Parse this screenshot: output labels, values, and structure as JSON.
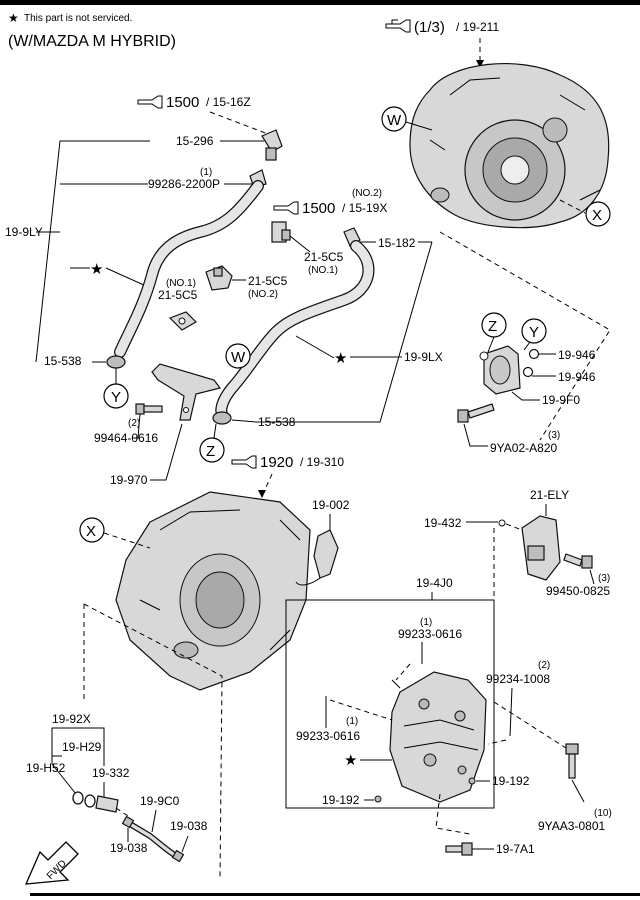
{
  "header": {
    "note_star": "★",
    "note_text": "This part is not serviced.",
    "variant": "(W/MAZDA M HYBRID)"
  },
  "refs": {
    "r1_num": "(1/3)",
    "r1_page": "/ 19-211",
    "r2_num": "1500",
    "r2_page": "/ 15-16Z",
    "r3_num": "1500",
    "r3_page": "/ 15-19X",
    "r4_num": "1920",
    "r4_page": "/ 19-310"
  },
  "markers": {
    "W": "W",
    "X": "X",
    "Y": "Y",
    "Z": "Z"
  },
  "star": "★",
  "labels": {
    "p15_296": "15-296",
    "p99286_qty": "(1)",
    "p99286": "99286-2200P",
    "p19_9LY": "19-9LY",
    "p21_5C5_no1_top": "(NO.1)",
    "p21_5C5_left": "21-5C5",
    "p21_5C5_right": "21-5C5",
    "p21_5C5_no2": "(NO.2)",
    "p21_5C5_no1": "(NO.1)",
    "p_no2_top": "(NO.2)",
    "p15_182": "15-182",
    "p15_538_left": "15-538",
    "p15_538_right": "15-538",
    "p19_9LX": "19-9LX",
    "p99464_qty": "(2)",
    "p99464": "99464-0616",
    "p19_970": "19-970",
    "p19_946_a": "19-946",
    "p19_946_b": "19-946",
    "p19_9F0": "19-9F0",
    "p9YA02_qty": "(3)",
    "p9YA02": "9YA02-A820",
    "p19_002": "19-002",
    "p21_ELY": "21-ELY",
    "p19_432": "19-432",
    "p99450_qty": "(3)",
    "p99450": "99450-0825",
    "p19_4J0": "19-4J0",
    "p99233_top_qty": "(1)",
    "p99233_top": "99233-0616",
    "p99234_qty": "(2)",
    "p99234": "99234-1008",
    "p99233_left_qty": "(1)",
    "p99233_left": "99233-0616",
    "p19_192_right": "19-192",
    "p19_192_left": "19-192",
    "p9YAA3_qty": "(10)",
    "p9YAA3": "9YAA3-0801",
    "p19_7A1": "19-7A1",
    "p19_92X": "19-92X",
    "p19_H29": "19-H29",
    "p19_H52": "19-H52",
    "p19_332": "19-332",
    "p19_9C0": "19-9C0",
    "p19_038_right": "19-038",
    "p19_038_left": "19-038"
  },
  "fwd": "FWD"
}
